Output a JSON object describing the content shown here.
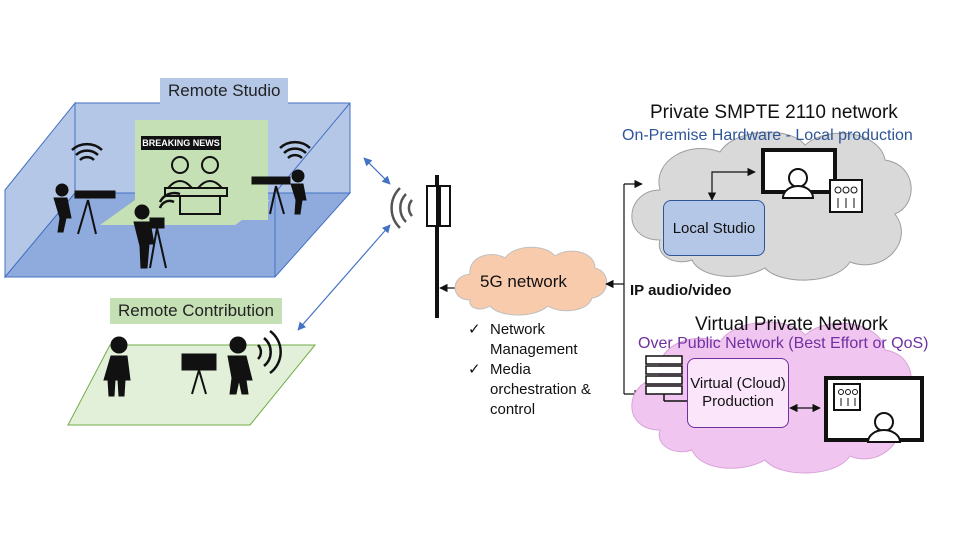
{
  "remote_studio": {
    "label": "Remote Studio",
    "screen_text": "BREAKING NEWS"
  },
  "remote_contribution": {
    "label": "Remote Contribution"
  },
  "five_g": {
    "label": "5G network",
    "features": [
      "Network Management",
      "Media orchestration & control"
    ]
  },
  "link_label": "IP audio/video",
  "smpte": {
    "title": "Private SMPTE 2110 network",
    "subtitle": "On-Premise Hardware - Local production",
    "node": "Local Studio"
  },
  "vpn": {
    "title": "Virtual Private Network",
    "subtitle": "Over Public Network (Best Effort or QoS)",
    "node": "Virtual (Cloud) Production"
  },
  "colors": {
    "studio_blue": "#b4c7e7",
    "contribution_green": "#c5e0b4",
    "cloud_grey": "#d9d9d9",
    "cloud_purple": "#f0c6f0",
    "accent_blue": "#2f5597",
    "accent_purple": "#7030a0"
  },
  "icons": [
    "wifi-icon",
    "camera-operator-icon",
    "news-anchor-icon",
    "reporter-icon",
    "cell-tower-icon",
    "monitor-operator-icon",
    "audio-mixer-icon",
    "server-rack-icon"
  ]
}
